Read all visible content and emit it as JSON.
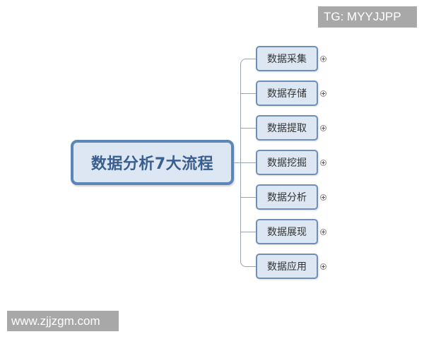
{
  "watermarks": {
    "top_right": "TG: MYYJJPP",
    "bottom_left": "www.zjjzgm.com"
  },
  "mindmap": {
    "root": {
      "label": "数据分析7大流程"
    },
    "children": [
      {
        "label": "数据采集",
        "expand_icon": "plus-circle-icon"
      },
      {
        "label": "数据存储",
        "expand_icon": "plus-circle-icon"
      },
      {
        "label": "数据提取",
        "expand_icon": "plus-circle-icon"
      },
      {
        "label": "数据挖掘",
        "expand_icon": "plus-circle-icon"
      },
      {
        "label": "数据分析",
        "expand_icon": "plus-circle-icon"
      },
      {
        "label": "数据展现",
        "expand_icon": "plus-circle-icon"
      },
      {
        "label": "数据应用",
        "expand_icon": "plus-circle-icon"
      }
    ]
  },
  "colors": {
    "root_border": "#5b86b8",
    "node_fill": "#dde7f3",
    "root_text": "#3a5f8e",
    "child_border": "#6f90b6",
    "connector": "#9aa4ae",
    "watermark_bg": "#a8a8a8"
  }
}
